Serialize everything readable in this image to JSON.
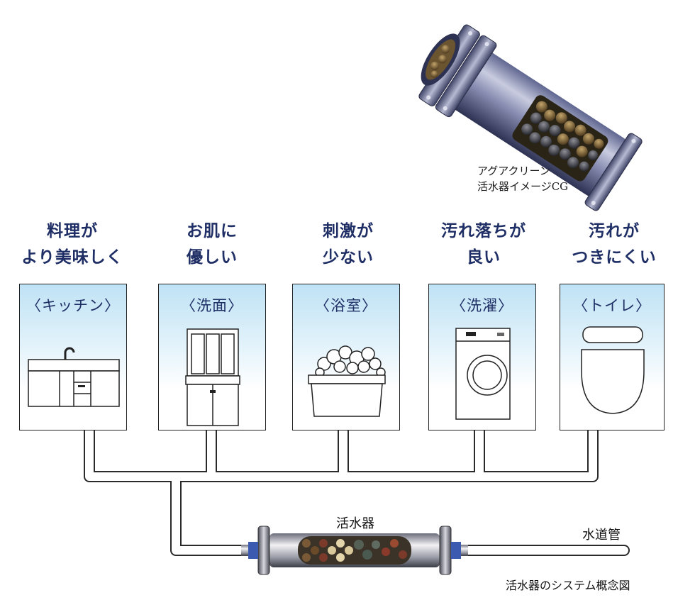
{
  "product_caption": {
    "line1": "アグアクリーン",
    "line2": "活水器イメージCG"
  },
  "rooms": [
    {
      "benefit_line1": "料理が",
      "benefit_line2": "より美味しく",
      "title": "〈キッチン〉",
      "icon": "kitchen-sink-icon"
    },
    {
      "benefit_line1": "お肌に",
      "benefit_line2": "優しい",
      "title": "〈洗面〉",
      "icon": "vanity-cabinet-icon"
    },
    {
      "benefit_line1": "刺激が",
      "benefit_line2": "少ない",
      "title": "〈浴室〉",
      "icon": "bathtub-bubbles-icon"
    },
    {
      "benefit_line1": "汚れ落ちが",
      "benefit_line2": "良い",
      "title": "〈洗濯〉",
      "icon": "washing-machine-icon"
    },
    {
      "benefit_line1": "汚れが",
      "benefit_line2": "つきにくい",
      "title": "〈トイレ〉",
      "icon": "toilet-icon"
    }
  ],
  "device_label": "活水器",
  "pipe_label": "水道管",
  "figure_caption": "活水器のシステム概念図",
  "colors": {
    "benefit_text": "#1f2f66",
    "room_gradient_top": "#bfe2f5"
  }
}
